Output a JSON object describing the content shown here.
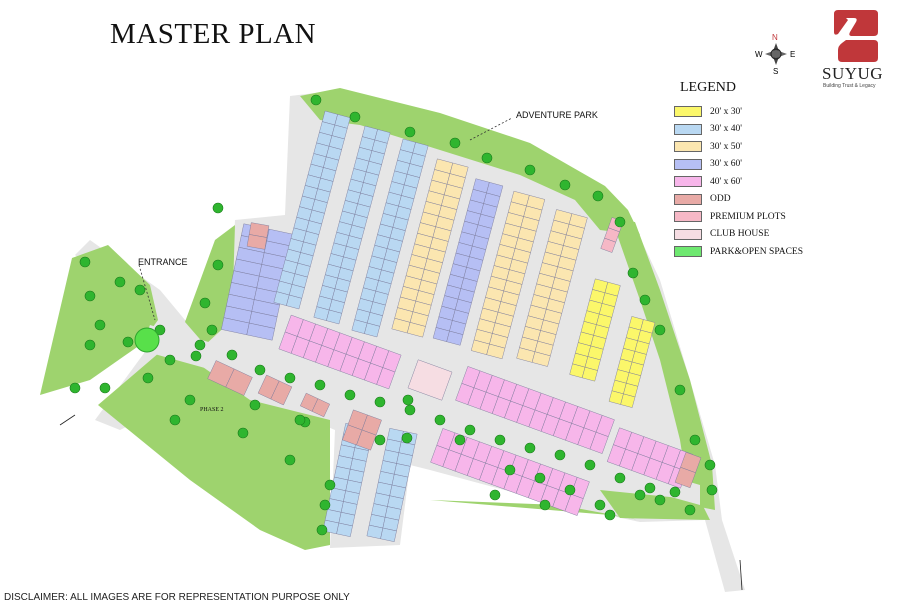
{
  "title": "MASTER PLAN",
  "compass": {
    "n": "N",
    "s": "S",
    "e": "E",
    "w": "W"
  },
  "brand": {
    "name": "SUYUG",
    "tagline": "Building Trust & Legacy",
    "color": "#c0373a"
  },
  "legend": {
    "title": "LEGEND",
    "items": [
      {
        "label": "20' x 30'",
        "color": "#fbf76a"
      },
      {
        "label": "30' x 40'",
        "color": "#b9d8f2"
      },
      {
        "label": "30' x 50'",
        "color": "#fbe6b0"
      },
      {
        "label": "30' x 60'",
        "color": "#b6bff4"
      },
      {
        "label": "40' x 60'",
        "color": "#f7b6ea"
      },
      {
        "label": "ODD",
        "color": "#e8aaa6"
      },
      {
        "label": "PREMIUM PLOTS",
        "color": "#f6b8c6"
      },
      {
        "label": "CLUB HOUSE",
        "color": "#f6dde3"
      },
      {
        "label": "PARK&OPEN SPACES",
        "color": "#6ee870"
      }
    ]
  },
  "labels": {
    "adventure_park": "ADVENTURE PARK",
    "entrance": "ENTRANCE",
    "phase": "PHASE 2"
  },
  "disclaimer": "DISCLAIMER: ALL IMAGES ARE FOR REPRESENTATION PURPOSE ONLY",
  "colors": {
    "park": "#9ed36e",
    "road": "#e6e6e6",
    "tree": "#2fb52f"
  }
}
